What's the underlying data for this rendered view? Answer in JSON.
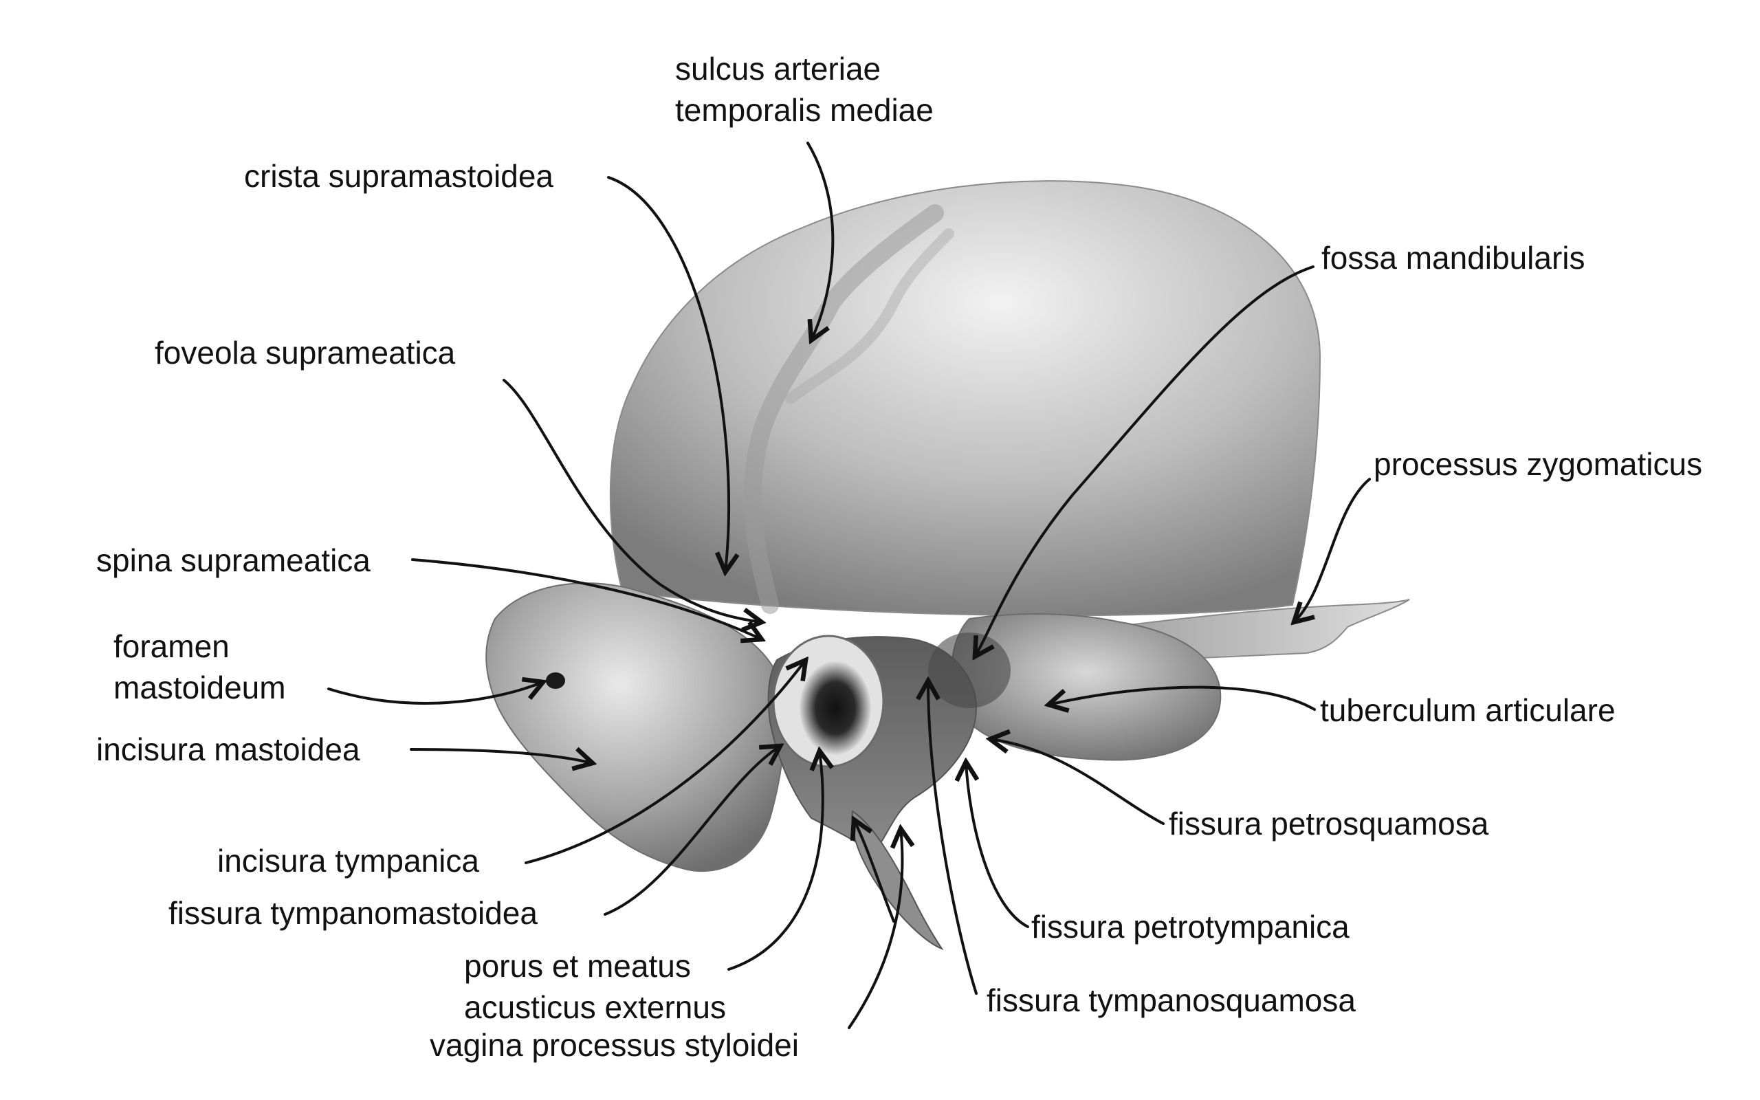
{
  "labels": {
    "sulcus": [
      "sulcus arteriae",
      "temporalis mediae"
    ],
    "crista": "crista supramastoidea",
    "fossa": "fossa mandibularis",
    "foveola": "foveola suprameatica",
    "zygomaticus": "processus zygomaticus",
    "spina": "spina suprameatica",
    "foramen": [
      "foramen",
      "mastoideum"
    ],
    "tuberculum": "tuberculum articulare",
    "incisura_mastoidea": "incisura mastoidea",
    "petrosquamosa": "fissura petrosquamosa",
    "incisura_tympanica": "incisura tympanica",
    "tympanomastoidea": "fissura tympanomastoidea",
    "petrotympanica": "fissura petrotympanica",
    "porus": [
      "porus et meatus",
      "acusticus externus"
    ],
    "tympanosquamosa": "fissura tympanosquamosa",
    "vagina": "vagina processus styloidei"
  },
  "colors": {
    "text": "#111111",
    "leader": "#111111",
    "bone_light": "#e6e6e6",
    "bone_dark": "#5a5a5a"
  }
}
